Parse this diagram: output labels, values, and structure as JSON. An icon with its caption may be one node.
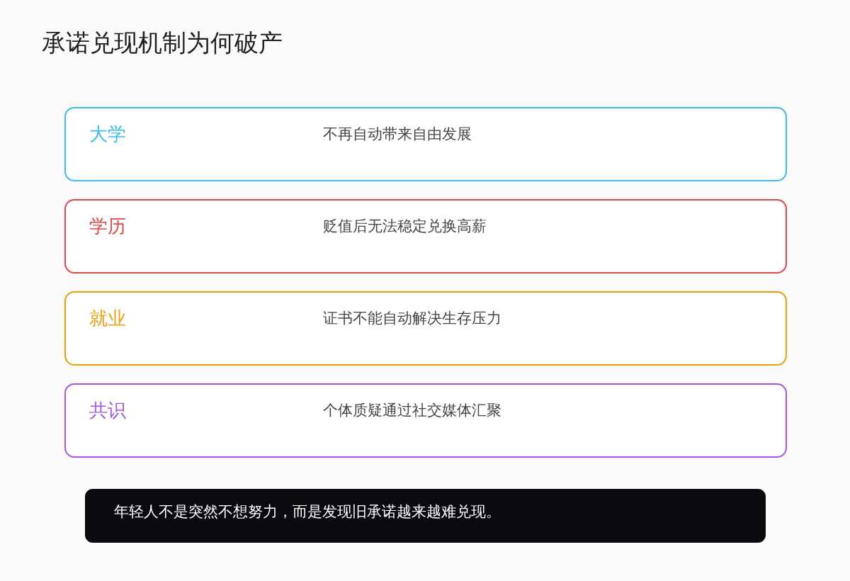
{
  "diagram": {
    "title": "承诺兑现机制为何破产",
    "nodes": [
      {
        "text": [
          "大学",
          "不再自动带来自由发展"
        ]
      },
      {
        "text": [
          "学历",
          "贬值后无法稳定兑换高薪"
        ]
      },
      {
        "text": [
          "就业",
          "证书不能自动解决生存压力"
        ]
      },
      {
        "text": [
          "共识",
          "个体质疑通过社交媒体汇聚"
        ]
      },
      {
        "text": [
          "年轻人不是突然不想努力，而是发现旧承诺越来越难兑现。"
        ]
      }
    ]
  }
}
